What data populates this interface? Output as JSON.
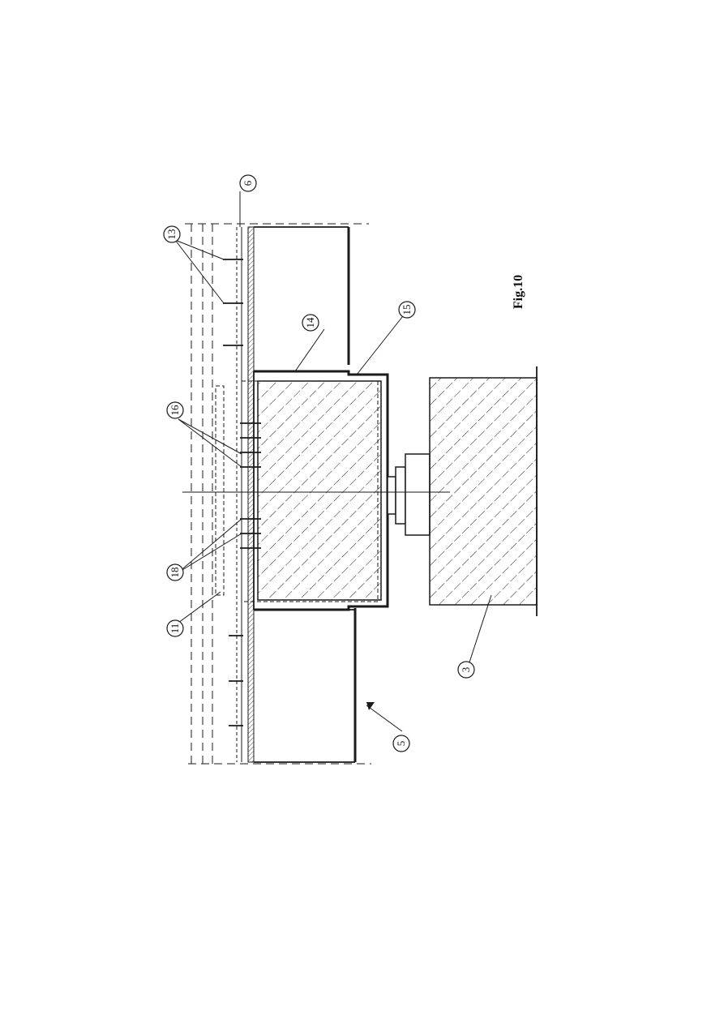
{
  "figure": {
    "caption": "Fig.10",
    "labels": {
      "l6": "6",
      "l13": "13",
      "l14": "14",
      "l15": "15",
      "l16": "16",
      "l18": "18",
      "l11": "11",
      "l5": "5",
      "l3": "3"
    }
  },
  "colors": {
    "ink": "#1a1a1a",
    "paper": "#ffffff"
  }
}
